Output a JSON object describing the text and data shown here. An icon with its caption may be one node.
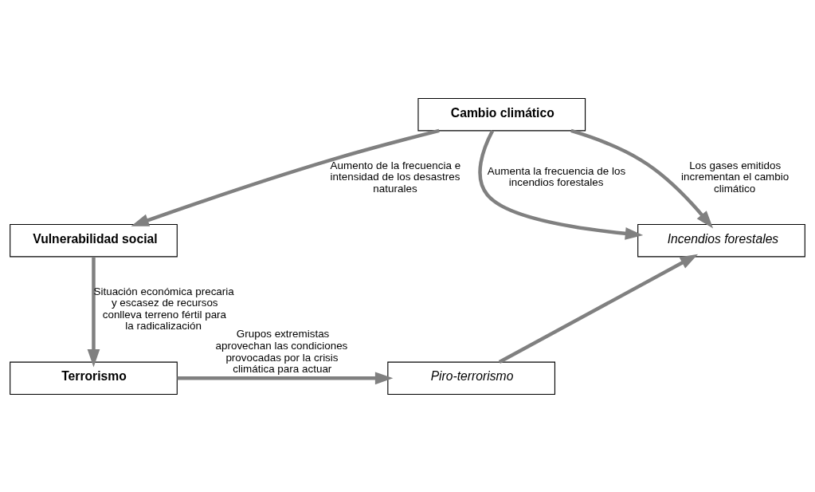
{
  "diagram": {
    "nodes": [
      {
        "text": [
          "Vulnerabilidad social"
        ]
      },
      {
        "text": [
          "Terrorismo"
        ]
      },
      {
        "text": [
          "Piro-terrorismo"
        ]
      },
      {
        "text": [
          "Incendios forestales"
        ]
      },
      {
        "text": [
          "Cambio climático"
        ]
      }
    ],
    "edges": [
      {
        "from": 4,
        "to": 0,
        "arrow": "to",
        "label": "Aumento de la frecuencia e intensidad de los desastres naturales"
      },
      {
        "from": 0,
        "to": 1,
        "arrow": "to",
        "label": "Situación económica precaria y escasez de recursos conlleva terreno fértil para la radicalización"
      },
      {
        "from": 1,
        "to": 2,
        "arrow": "to",
        "label": "Grupos extremistas aprovechan las condiciones provocadas por la crisis climática para actuar"
      },
      {
        "from": 2,
        "to": 3,
        "arrow": "to"
      },
      {
        "from": 4,
        "to": 3,
        "arrow": "to",
        "label": "Aumenta la frecuencia de los incendios forestales"
      },
      {
        "from": 4,
        "to": 3,
        "arrow": "to",
        "label": "Los gases emitidos incrementan el cambio climático"
      }
    ]
  }
}
